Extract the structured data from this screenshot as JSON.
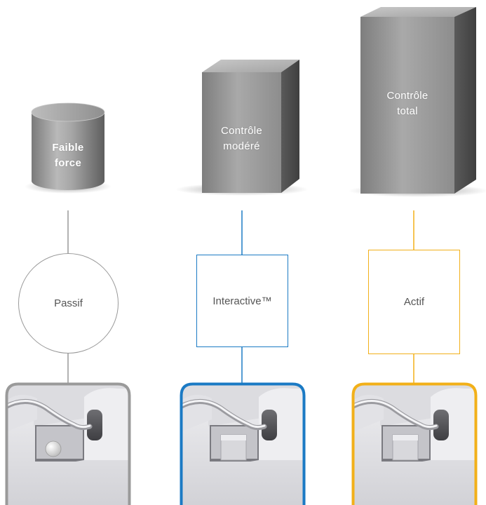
{
  "colors": {
    "passive": "#9a9a9a",
    "interactive": "#1b7ac4",
    "active": "#f2b019",
    "label": "#555555"
  },
  "levels": [
    {
      "solid_shape": "cylinder",
      "solid_label": [
        "Faible",
        "force"
      ],
      "mode_shape": "circle",
      "mode_label": "Passif",
      "accent": "passive",
      "clip_part": "ball"
    },
    {
      "solid_shape": "box",
      "solid_label": [
        "Contrôle",
        "modéré"
      ],
      "mode_shape": "square",
      "mode_label": "Interactive™",
      "accent": "interactive",
      "clip_part": "block"
    },
    {
      "solid_shape": "box",
      "solid_label": [
        "Contrôle",
        "total"
      ],
      "mode_shape": "square",
      "mode_label": "Actif",
      "accent": "active",
      "clip_part": "block"
    }
  ]
}
